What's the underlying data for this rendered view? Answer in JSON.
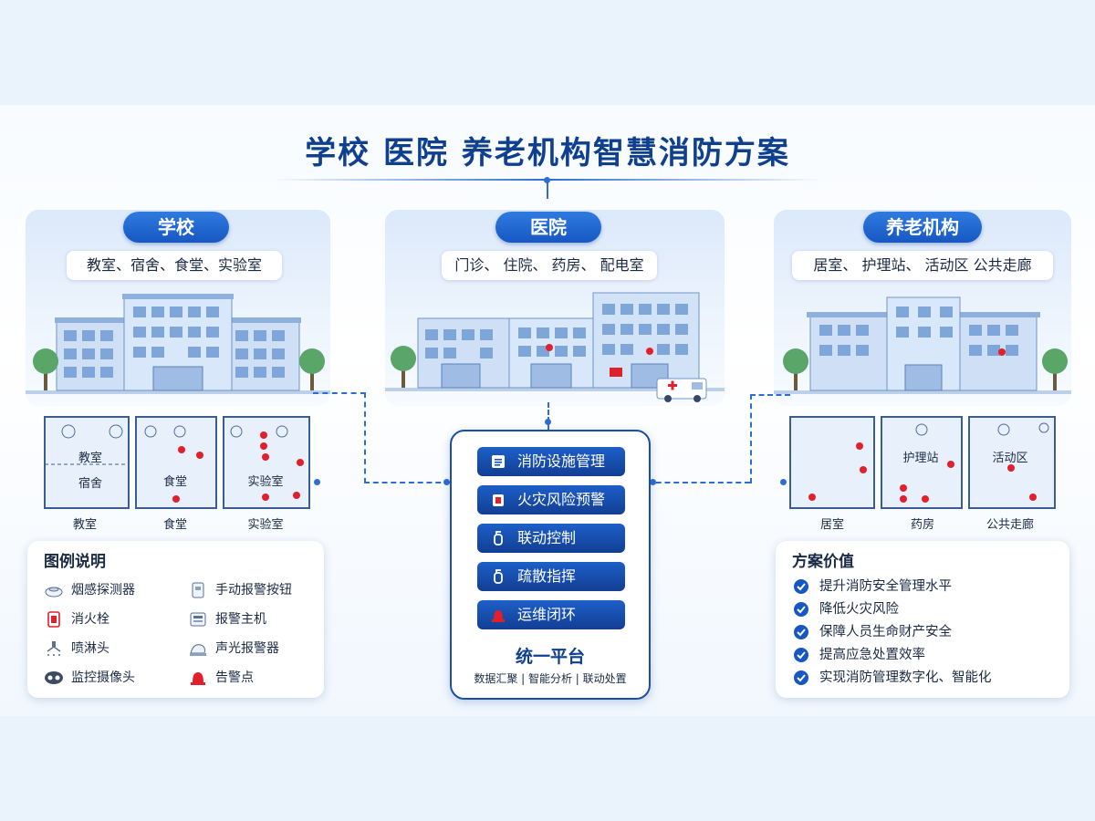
{
  "title": "学校  医院  养老机构智慧消防方案",
  "sections": {
    "school": {
      "name": "学校",
      "areas": "教室、宿舍、食堂、实验室",
      "room_labels": [
        "教室",
        "宿舍",
        "食堂",
        "实验室"
      ],
      "bottom_labels": [
        "教室",
        "食堂",
        "实验室"
      ]
    },
    "hospital": {
      "name": "医院",
      "areas": "门诊、 住院、 药房、 配电室"
    },
    "elderly": {
      "name": "养老机构",
      "areas": "居室、 护理站、 活动区   公共走廊",
      "room_labels": [
        "护理站",
        "活动区"
      ],
      "bottom_labels": [
        "居室",
        "药房",
        "公共走廊"
      ]
    }
  },
  "platform": {
    "buttons": [
      {
        "label": "消防设施管理",
        "icon": "document-icon"
      },
      {
        "label": "火灾风险预警",
        "icon": "alarm-icon"
      },
      {
        "label": "联动控制",
        "icon": "extinguisher-icon"
      },
      {
        "label": "疏散指挥",
        "icon": "extinguisher-icon"
      },
      {
        "label": "运维闭环",
        "icon": "alert-light-icon"
      }
    ],
    "title": "统一平台",
    "subtitle": "数据汇聚 | 智能分析 | 联动处置"
  },
  "legend": {
    "title": "图例说明",
    "items": [
      {
        "label": "烟感探测器",
        "icon": "smoke-detector-icon"
      },
      {
        "label": "手动报警按钮",
        "icon": "manual-alarm-button-icon"
      },
      {
        "label": "消火栓",
        "icon": "hydrant-icon"
      },
      {
        "label": "报警主机",
        "icon": "alarm-host-icon"
      },
      {
        "label": "喷淋头",
        "icon": "sprinkler-icon"
      },
      {
        "label": "声光报警器",
        "icon": "strobe-alarm-icon"
      },
      {
        "label": "监控摄像头",
        "icon": "camera-icon"
      },
      {
        "label": "告警点",
        "icon": "alarm-bell-icon"
      }
    ]
  },
  "values": {
    "title": "方案价值",
    "items": [
      "提升消防安全管理水平",
      "降低火灾风险",
      "保障人员生命财产安全",
      "提高应急处置效率",
      "实现消防管理数字化、智能化"
    ]
  },
  "colors": {
    "accent": "#1757c2",
    "navy": "#0f3f8f",
    "alarm_red": "#e0202a"
  }
}
